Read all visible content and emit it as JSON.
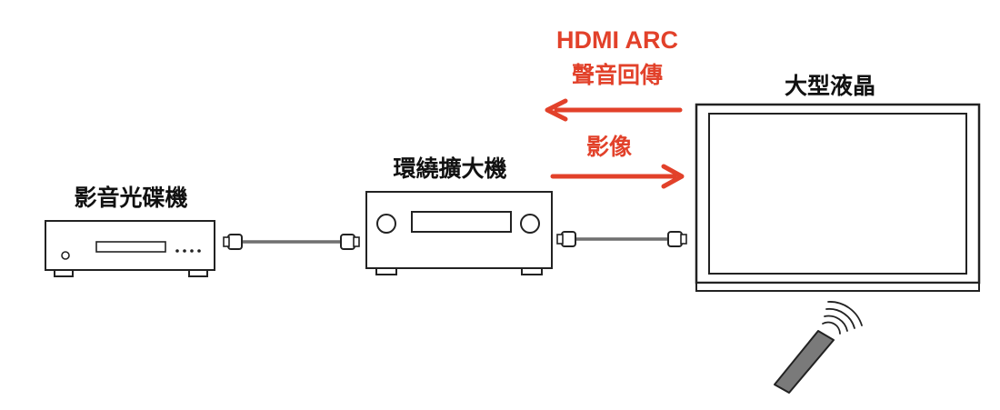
{
  "labels": {
    "disc_player": "影音光碟機",
    "receiver": "環繞擴大機",
    "tv": "大型液晶",
    "arc_line1": "HDMI ARC",
    "arc_line2": "聲音回傳",
    "video": "影像"
  },
  "colors": {
    "accent": "#e2412a",
    "outline": "#222222",
    "remote": "#7a7a7a"
  },
  "icons": {
    "remote_signal": "wifi-arcs-icon",
    "remote": "remote-control-icon"
  }
}
